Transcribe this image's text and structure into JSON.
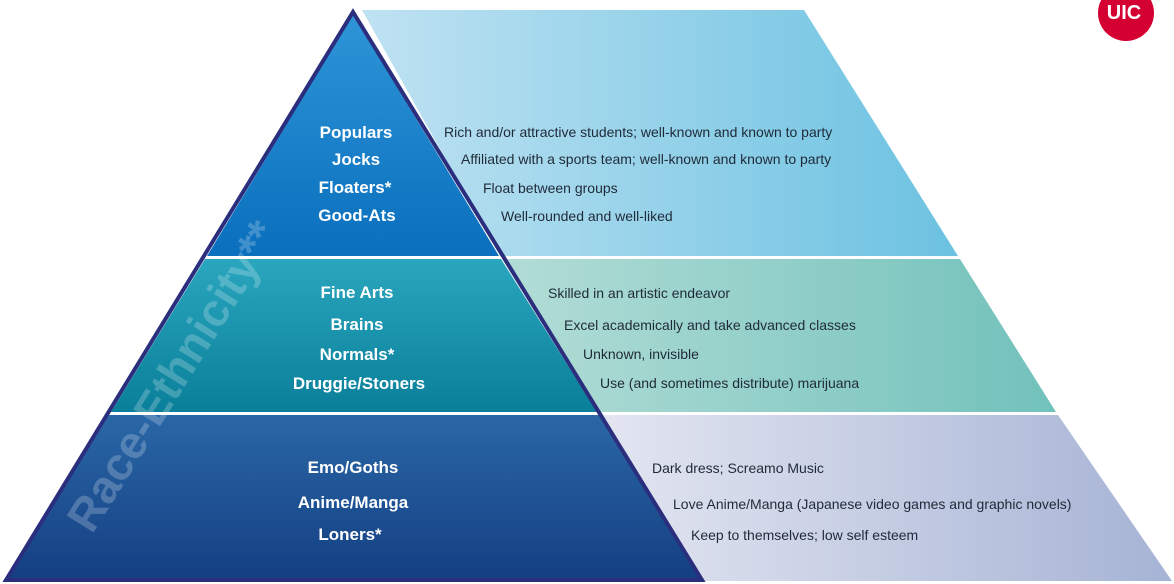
{
  "logo": {
    "text": "UIC",
    "color": "#d50032"
  },
  "side_label": "Race-Ethnicity**",
  "colors": {
    "outline": "#2a2e7c",
    "tier1_front_top": "#2f95d8",
    "tier1_front_bottom": "#0a6fbd",
    "tier1_back_left": "#bfe2f2",
    "tier1_back_right": "#6cc2e1",
    "tier2_front_top": "#2aa6be",
    "tier2_front_bottom": "#0a7f9a",
    "tier2_back_left": "#b2ddd6",
    "tier2_back_right": "#72c1bb",
    "tier3_front_top": "#2a67a6",
    "tier3_front_bottom": "#143f83",
    "tier3_back_left": "#e3e6f1",
    "tier3_back_right": "#a6b3d5"
  },
  "tiers": [
    {
      "items": [
        {
          "label": "Populars",
          "description": "Rich and/or attractive students; well-known and known to party"
        },
        {
          "label": "Jocks",
          "description": "Affiliated with a sports team; well-known and known to party"
        },
        {
          "label": "Floaters*",
          "description": "Float between groups"
        },
        {
          "label": "Good-Ats",
          "description": "Well-rounded and well-liked"
        }
      ]
    },
    {
      "items": [
        {
          "label": "Fine Arts",
          "description": "Skilled in an artistic endeavor"
        },
        {
          "label": "Brains",
          "description": "Excel academically and take advanced classes"
        },
        {
          "label": "Normals*",
          "description": "Unknown, invisible"
        },
        {
          "label": "Druggie/Stoners",
          "description": "Use (and sometimes distribute) marijuana"
        }
      ]
    },
    {
      "items": [
        {
          "label": "Emo/Goths",
          "description": "Dark dress; Screamo Music"
        },
        {
          "label": "Anime/Manga",
          "description": "Love Anime/Manga (Japanese video games and graphic novels)"
        },
        {
          "label": "Loners*",
          "description": "Keep to themselves; low self esteem"
        }
      ]
    }
  ]
}
